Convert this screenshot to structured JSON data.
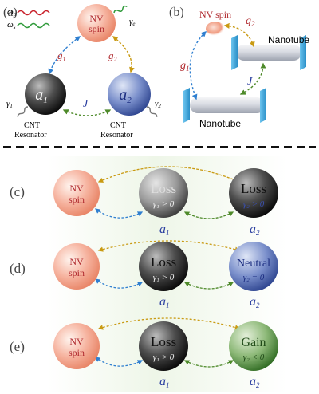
{
  "panels": {
    "a": {
      "tag": "(a)",
      "drive_p": "ω",
      "drive_p_sub": "p",
      "drive_s": "ω",
      "drive_s_sub": "s",
      "nv_label_1": "NV",
      "nv_label_2": "spin",
      "gamma_nv": "γ",
      "gamma_nv_sub": "e",
      "g1": "g",
      "g1_sub": "1",
      "g2": "g",
      "g2_sub": "2",
      "a1": "a",
      "a1_sub": "1",
      "a2": "a",
      "a2_sub": "2",
      "J": "J",
      "gamma1": "γ",
      "gamma1_sub": "1",
      "gamma2": "γ",
      "gamma2_sub": "2",
      "cnt1_l1": "CNT",
      "cnt1_l2": "Resonator",
      "cnt2_l1": "CNT",
      "cnt2_l2": "Resonator"
    },
    "b": {
      "tag": "(b)",
      "nv_label": "NV spin",
      "g1": "g",
      "g1_sub": "1",
      "g2": "g",
      "g2_sub": "2",
      "J": "J",
      "nanotube_top": "Nanotube",
      "nanotube_bottom": "Nanotube"
    },
    "rows": [
      {
        "tag": "(c)",
        "nv_1": "NV",
        "nv_2": "spin",
        "m1_title": "Loss",
        "m1_cond": "γ₁ > 0",
        "m2_title": "Loss",
        "m2_cond": "γ₂ > 0",
        "a1": "a",
        "a1_sub": "1",
        "a2": "a",
        "a2_sub": "2",
        "m2_color": "#111111"
      },
      {
        "tag": "(d)",
        "nv_1": "NV",
        "nv_2": "spin",
        "m1_title": "Loss",
        "m1_cond": "γ₁ > 0",
        "m2_title": "Neutral",
        "m2_cond": "γ₂ = 0",
        "a1": "a",
        "a1_sub": "1",
        "a2": "a",
        "a2_sub": "2",
        "m2_color": "#2c3f9a"
      },
      {
        "tag": "(e)",
        "nv_1": "NV",
        "nv_2": "spin",
        "m1_title": "Loss",
        "m1_cond": "γ₁ > 0",
        "m2_title": "Gain",
        "m2_cond": "γ₂ < 0",
        "a1": "a",
        "a1_sub": "1",
        "a2": "a",
        "a2_sub": "2",
        "m2_color": "#2f6b22"
      }
    ]
  },
  "colors": {
    "nv_pink": "#f08a6e",
    "mode_gray": "#4a4a4a",
    "mode_blue": "#3d5aa8",
    "mode_green": "#3f7d2c",
    "link_blue": "#2f7fd0",
    "link_gold": "#c99a12",
    "link_green": "#4e8a2a",
    "label_red": "#b0292e",
    "label_blue": "#2b3fa0",
    "panel_bg_green": "#eaf4e2"
  }
}
